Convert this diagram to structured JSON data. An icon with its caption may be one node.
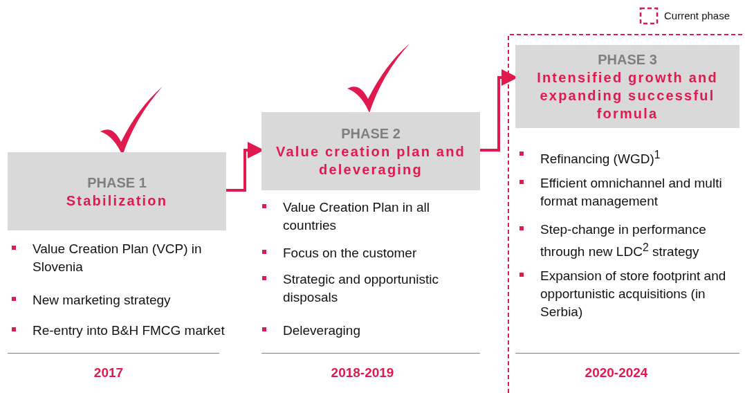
{
  "diagram": {
    "nodes": [
      {
        "text": [
          "PHASE 1",
          "Stabilization"
        ],
        "beside": [
          "Value Creation Plan (VCP) in Slovenia",
          "New marketing strategy",
          "Re-entry into B&H FMCG market"
        ]
      },
      {
        "text": [
          "PHASE 2",
          "Value creation plan and deleveraging"
        ],
        "beside": [
          "Value Creation Plan in all countries",
          "Focus on the customer",
          "Strategic and opportunistic disposals",
          "Deleveraging"
        ]
      },
      {
        "text": [
          "PHASE 3",
          "Intensified growth and expanding successful formula"
        ],
        "beside": [
          "Refinancing (WGD)$^{1}$",
          "Efficient omnichannel and multi format management",
          "Step-change in performance through new LDC$^{2}$ strategy",
          "Expansion of store footprint and opportunistic acquisitions (in Serbia)"
        ]
      }
    ],
    "edges": [
      {
        "from": 0,
        "to": 1,
        "arrow": "to"
      },
      {
        "from": 1,
        "to": 2,
        "arrow": "to"
      }
    ],
    "labels": [
      "2017",
      "2018-2019",
      "2020-2024"
    ],
    "legend": [
      {
        "text": "Current phase"
      }
    ]
  }
}
